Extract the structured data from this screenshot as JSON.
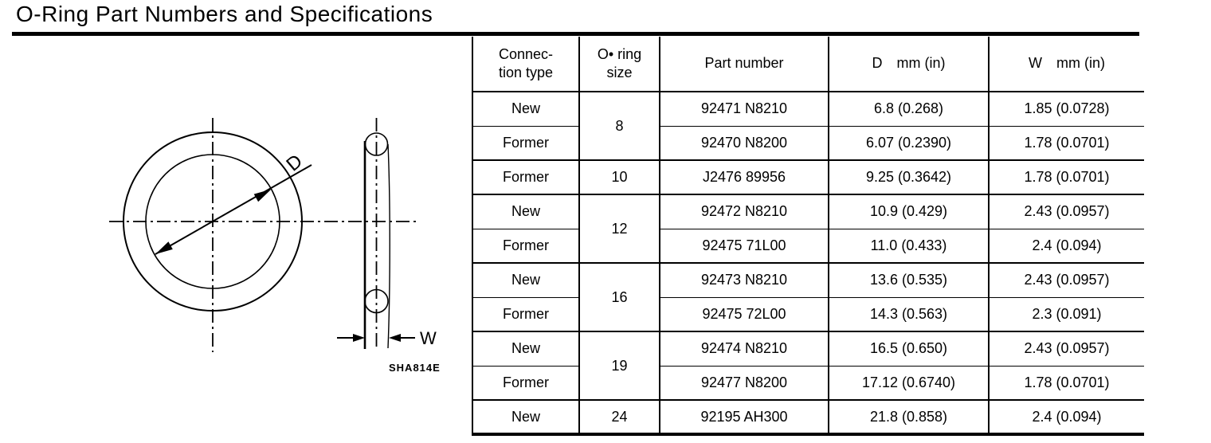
{
  "page": {
    "title": "O-Ring Part Numbers and Specifications",
    "figure_code": "SHA814E"
  },
  "diagram": {
    "diameter_label": "D",
    "width_label": "W"
  },
  "table": {
    "headers": {
      "connection_line1": "Connec-",
      "connection_line2": "tion type",
      "size_line1": "O• ring",
      "size_line2": "size",
      "part_number": "Part number",
      "d_label": "D",
      "d_unit": "mm (in)",
      "w_label": "W",
      "w_unit": "mm (in)"
    },
    "rows": [
      {
        "connection": "New",
        "size": "8",
        "part": "92471 N8210",
        "d": "6.8 (0.268)",
        "w": "1.85 (0.0728)"
      },
      {
        "connection": "Former",
        "part": "92470 N8200",
        "d": "6.07 (0.2390)",
        "w": "1.78 (0.0701)"
      },
      {
        "connection": "Former",
        "size": "10",
        "part": "J2476 89956",
        "d": "9.25 (0.3642)",
        "w": "1.78 (0.0701)"
      },
      {
        "connection": "New",
        "size": "12",
        "part": "92472 N8210",
        "d": "10.9 (0.429)",
        "w": "2.43 (0.0957)"
      },
      {
        "connection": "Former",
        "part": "92475 71L00",
        "d": "11.0 (0.433)",
        "w": "2.4 (0.094)"
      },
      {
        "connection": "New",
        "size": "16",
        "part": "92473 N8210",
        "d": "13.6 (0.535)",
        "w": "2.43 (0.0957)"
      },
      {
        "connection": "Former",
        "part": "92475 72L00",
        "d": "14.3 (0.563)",
        "w": "2.3 (0.091)"
      },
      {
        "connection": "New",
        "size": "19",
        "part": "92474 N8210",
        "d": "16.5 (0.650)",
        "w": "2.43 (0.0957)"
      },
      {
        "connection": "Former",
        "part": "92477 N8200",
        "d": "17.12 (0.6740)",
        "w": "1.78 (0.0701)"
      },
      {
        "connection": "New",
        "size": "24",
        "part": "92195 AH300",
        "d": "21.8 (0.858)",
        "w": "2.4 (0.094)"
      }
    ]
  }
}
